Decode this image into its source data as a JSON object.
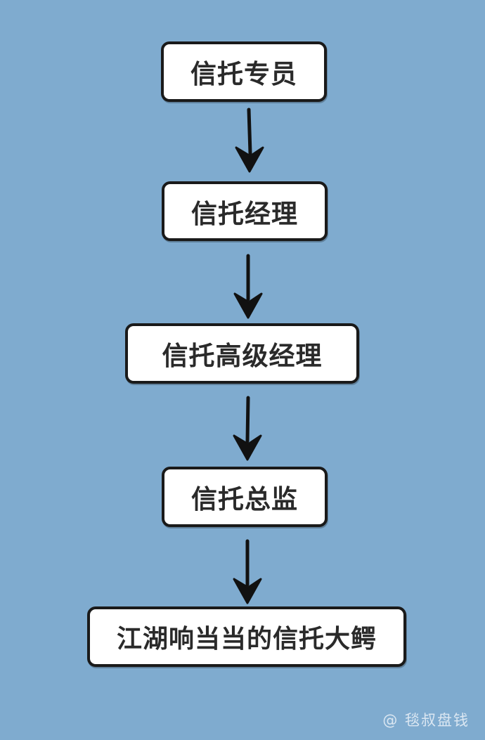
{
  "diagram": {
    "nodes": [
      {
        "id": "n1",
        "label": "信托专员"
      },
      {
        "id": "n2",
        "label": "信托经理"
      },
      {
        "id": "n3",
        "label": "信托高级经理"
      },
      {
        "id": "n4",
        "label": "信托总监"
      },
      {
        "id": "n5",
        "label": "江湖响当当的信托大鳄"
      }
    ],
    "edges": [
      {
        "from": "n1",
        "to": "n2"
      },
      {
        "from": "n2",
        "to": "n3"
      },
      {
        "from": "n3",
        "to": "n4"
      },
      {
        "from": "n4",
        "to": "n5"
      }
    ]
  },
  "watermark": "@ 毯叔盘钱",
  "colors": {
    "background": "#7fabcf",
    "box_fill": "#ffffff",
    "stroke": "#1a1a1a"
  }
}
